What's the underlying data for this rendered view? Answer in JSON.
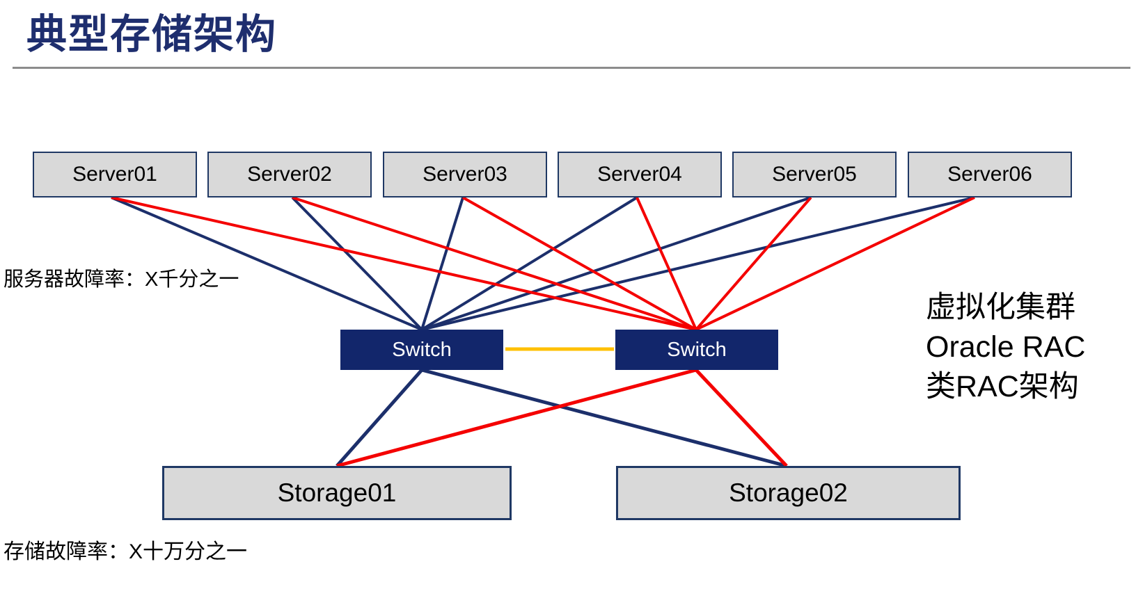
{
  "title": "典型存储架构",
  "nodes": {
    "servers": [
      "Server01",
      "Server02",
      "Server03",
      "Server04",
      "Server05",
      "Server06"
    ],
    "switches": [
      "Switch",
      "Switch"
    ],
    "storages": [
      "Storage01",
      "Storage02"
    ]
  },
  "annotations": {
    "server_failure_rate": "服务器故障率：X千分之一",
    "storage_failure_rate": "存储故障率：X十万分之一",
    "cluster_note_line1": "虚拟化集群",
    "cluster_note_line2": "Oracle RAC",
    "cluster_note_line3": "类RAC架构"
  },
  "colors": {
    "title_navy": "#1E2E6E",
    "divider_gray": "#8C8C8C",
    "node_fill_gray": "#D9D9D9",
    "node_border_navy": "#1F3864",
    "switch_fill_navy": "#12266B",
    "line_navy": "#1C2F6B",
    "line_red": "#F40000",
    "line_yellow": "#FFC000"
  },
  "diagram": {
    "type": "network-topology",
    "edges": [
      {
        "from": "server01",
        "to": "switchA",
        "color": "navy"
      },
      {
        "from": "server02",
        "to": "switchA",
        "color": "navy"
      },
      {
        "from": "server03",
        "to": "switchA",
        "color": "navy"
      },
      {
        "from": "server04",
        "to": "switchA",
        "color": "navy"
      },
      {
        "from": "server05",
        "to": "switchA",
        "color": "navy"
      },
      {
        "from": "server06",
        "to": "switchA",
        "color": "navy"
      },
      {
        "from": "switchA",
        "to": "storage01",
        "color": "navy"
      },
      {
        "from": "switchA",
        "to": "storage02",
        "color": "navy"
      },
      {
        "from": "server01",
        "to": "switchB",
        "color": "red"
      },
      {
        "from": "server02",
        "to": "switchB",
        "color": "red"
      },
      {
        "from": "server03",
        "to": "switchB",
        "color": "red"
      },
      {
        "from": "server04",
        "to": "switchB",
        "color": "red"
      },
      {
        "from": "server05",
        "to": "switchB",
        "color": "red"
      },
      {
        "from": "server06",
        "to": "switchB",
        "color": "red"
      },
      {
        "from": "switchB",
        "to": "storage01",
        "color": "red"
      },
      {
        "from": "switchB",
        "to": "storage02",
        "color": "red"
      },
      {
        "from": "switchA",
        "to": "switchB",
        "color": "yellow"
      }
    ]
  }
}
